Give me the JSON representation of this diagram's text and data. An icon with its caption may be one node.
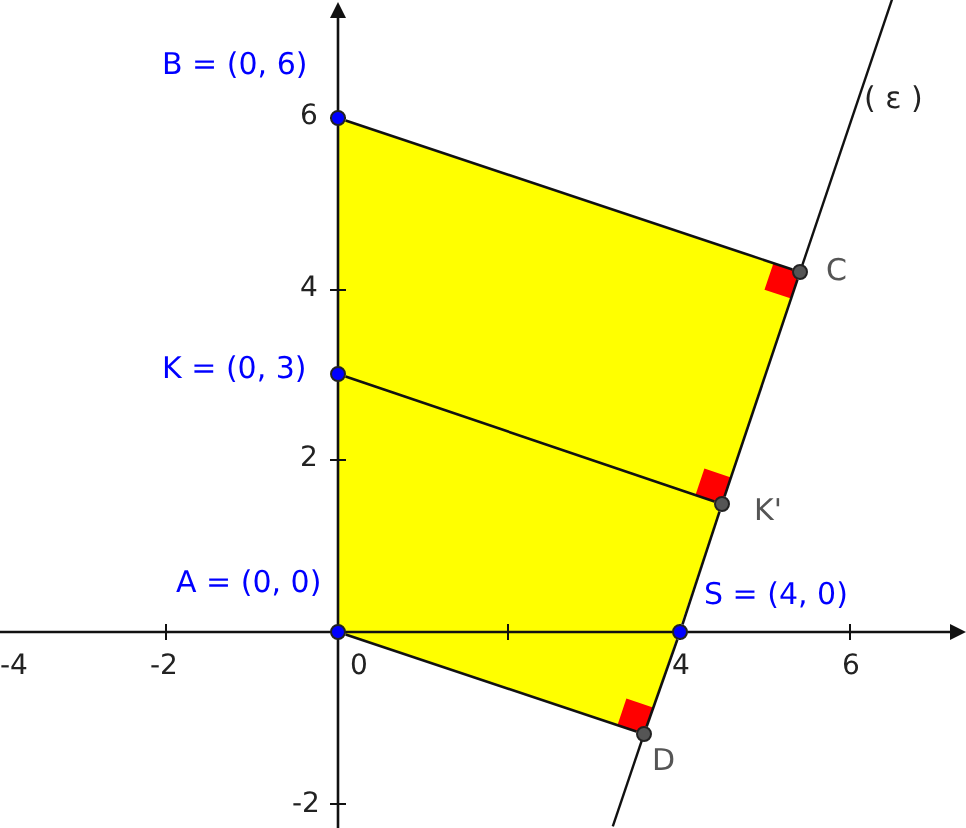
{
  "diagram": {
    "nodes": [
      {
        "text": [],
        "shape": "circle",
        "beside": [
          "B = (0, 6)"
        ]
      },
      {
        "text": [],
        "shape": "circle",
        "beside": [
          "K = (0, 3)"
        ]
      },
      {
        "text": [],
        "shape": "circle",
        "beside": [
          "A = (0, 0)"
        ]
      },
      {
        "text": [],
        "shape": "circle",
        "beside": [
          "S = (4, 0)"
        ]
      },
      {
        "text": [],
        "shape": "circle",
        "beside": [
          "C"
        ]
      },
      {
        "text": [],
        "shape": "circle",
        "beside": [
          "K'"
        ]
      },
      {
        "text": [],
        "shape": "circle",
        "beside": [
          "D"
        ]
      }
    ],
    "edges": [
      {
        "from": 0,
        "to": 4,
        "arrow": "none"
      },
      {
        "from": 1,
        "to": 5,
        "arrow": "none"
      },
      {
        "from": 2,
        "to": 6,
        "arrow": "none"
      },
      {
        "from": 6,
        "to": 3,
        "arrow": "none"
      },
      {
        "from": 3,
        "to": 5,
        "arrow": "none"
      },
      {
        "from": 5,
        "to": 4,
        "arrow": "none"
      }
    ],
    "labels": [
      "( ε )",
      "6",
      "4",
      "2",
      "-4",
      "-2",
      "0",
      "4",
      "6",
      "-2"
    ]
  }
}
